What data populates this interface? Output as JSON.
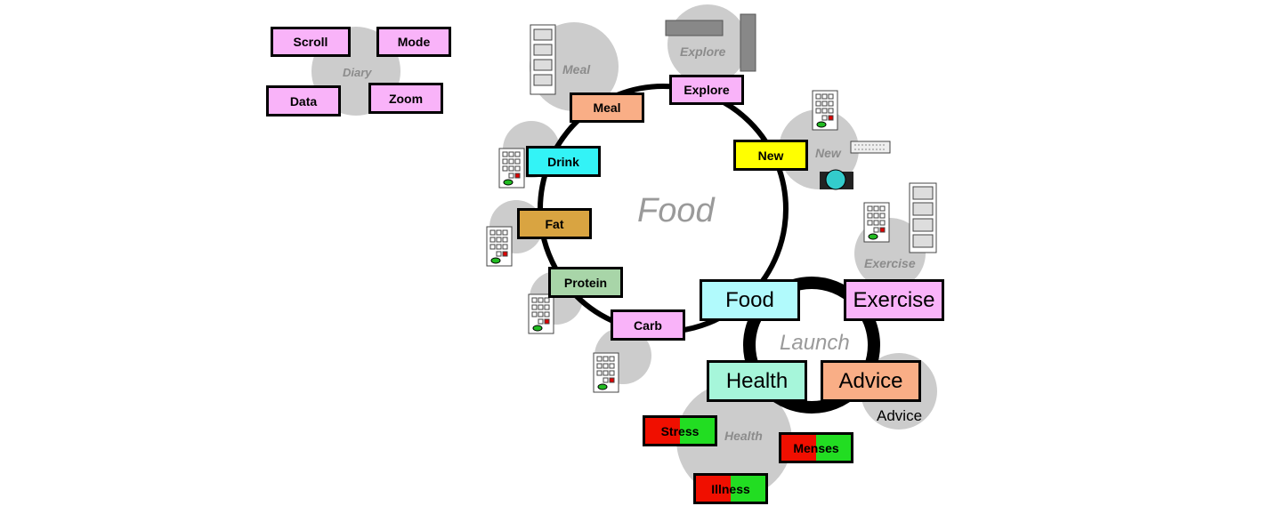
{
  "diagram": {
    "center_label": "Food",
    "launch_label": "Launch",
    "advice_text": "Advice",
    "diary": {
      "label": "Diary",
      "buttons": {
        "scroll": "Scroll",
        "mode": "Mode",
        "data": "Data",
        "zoom": "Zoom"
      }
    },
    "food_ring": {
      "meal": "Meal",
      "explore": "Explore",
      "new": "New",
      "drink": "Drink",
      "fat": "Fat",
      "protein": "Protein",
      "carb": "Carb"
    },
    "cluster_labels": {
      "meal": "Meal",
      "explore": "Explore",
      "new": "New",
      "exercise": "Exercise",
      "health": "Health"
    },
    "launch_ring": {
      "food": "Food",
      "exercise": "Exercise",
      "health": "Health",
      "advice": "Advice"
    },
    "health_items": {
      "stress": "Stress",
      "menses": "Menses",
      "illness": "Illness"
    },
    "colors": {
      "pink": "#f9b3f9",
      "salmon": "#f9ae86",
      "yellow": "#ffff00",
      "cyan": "#33f3f6",
      "tan": "#d9a441",
      "sage": "#a8d5a8",
      "light_cyan": "#b1fafc",
      "mint": "#a6f6da",
      "red": "#f00f00",
      "green": "#22dd22",
      "blob": "#cccccc"
    }
  }
}
